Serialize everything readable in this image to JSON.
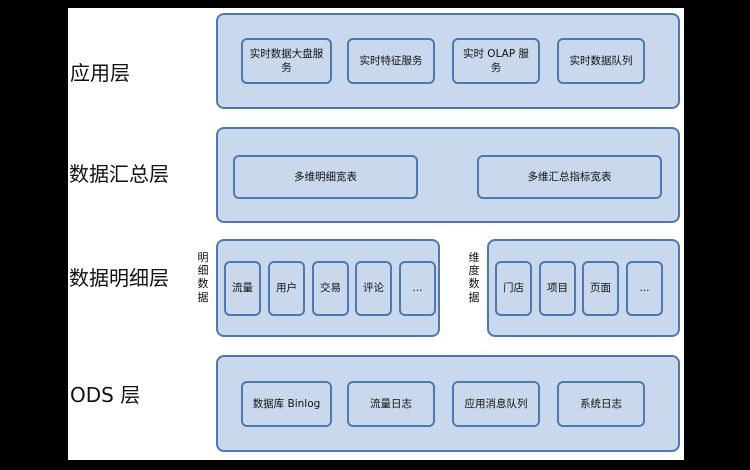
{
  "layers": {
    "app": {
      "label": "应用层",
      "items": [
        "实时数据大盘服务",
        "实时特征服务",
        "实时 OLAP 服务",
        "实时数据队列"
      ]
    },
    "summary": {
      "label": "数据汇总层",
      "items": [
        "多维明细宽表",
        "多维汇总指标宽表"
      ]
    },
    "detail": {
      "label": "数据明细层",
      "groups": [
        {
          "label": "明细数据",
          "items": [
            "流量",
            "用户",
            "交易",
            "评论",
            "..."
          ]
        },
        {
          "label": "维度数据",
          "items": [
            "门店",
            "项目",
            "页面",
            "..."
          ]
        }
      ]
    },
    "ods": {
      "label": "ODS 层",
      "items": [
        "数据库 Binlog",
        "流量日志",
        "应用消息队列",
        "系统日志"
      ]
    }
  },
  "colors": {
    "background": "#000000",
    "canvas": "#ffffff",
    "box_fill": "#c9d8ec",
    "box_border": "#4d78b0"
  }
}
